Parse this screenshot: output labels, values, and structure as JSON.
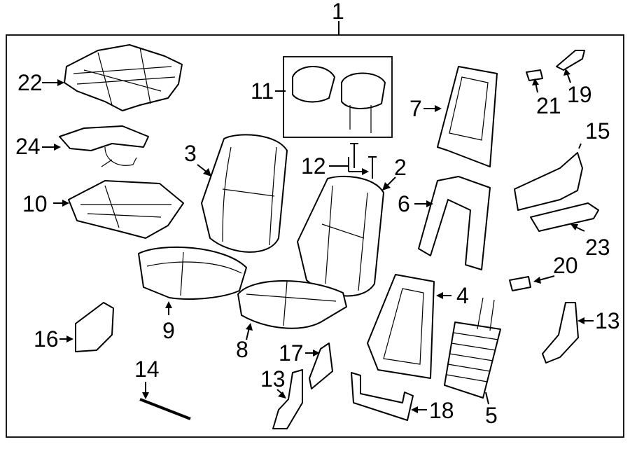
{
  "callouts": {
    "c1": "1",
    "c2": "2",
    "c3": "3",
    "c4": "4",
    "c5": "5",
    "c6": "6",
    "c7": "7",
    "c8": "8",
    "c9": "9",
    "c10": "10",
    "c11": "11",
    "c12": "12",
    "c13a": "13",
    "c13b": "13",
    "c14": "14",
    "c15": "15",
    "c16": "16",
    "c17": "17",
    "c18": "18",
    "c19": "19",
    "c20": "20",
    "c21": "21",
    "c22": "22",
    "c23": "23",
    "c24": "24"
  }
}
